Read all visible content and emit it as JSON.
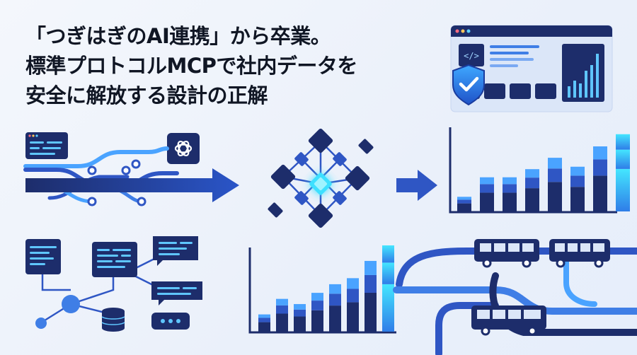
{
  "headline": {
    "line1": "「つぎはぎのAI連携」から卒業。",
    "line2": "標準プロトコルMCPで社内データを",
    "line3": "安全に解放する設計の正解"
  },
  "icons": {
    "code": "code-icon",
    "shield": "shield-check-icon",
    "ai_logo": "ai-knot-logo-icon",
    "database": "database-icon",
    "bus": "bus-icon",
    "arrow": "arrow-right-icon",
    "connector_plug": "connector-plug-icon",
    "chat": "chat-bubble-icon"
  },
  "colors": {
    "navy": "#1d2d6b",
    "blue": "#2f56c4",
    "mid_blue": "#3f7ee6",
    "sky": "#4aa3ff",
    "cyan": "#3ee0ff",
    "title": "#101624"
  },
  "charts": {
    "top_right_bars": [
      0.18,
      0.42,
      0.42,
      0.52,
      0.66,
      0.55,
      0.8,
      0.95
    ],
    "bottom_mid_bars": [
      0.2,
      0.38,
      0.32,
      0.45,
      0.55,
      0.62,
      0.82,
      1.0
    ]
  }
}
